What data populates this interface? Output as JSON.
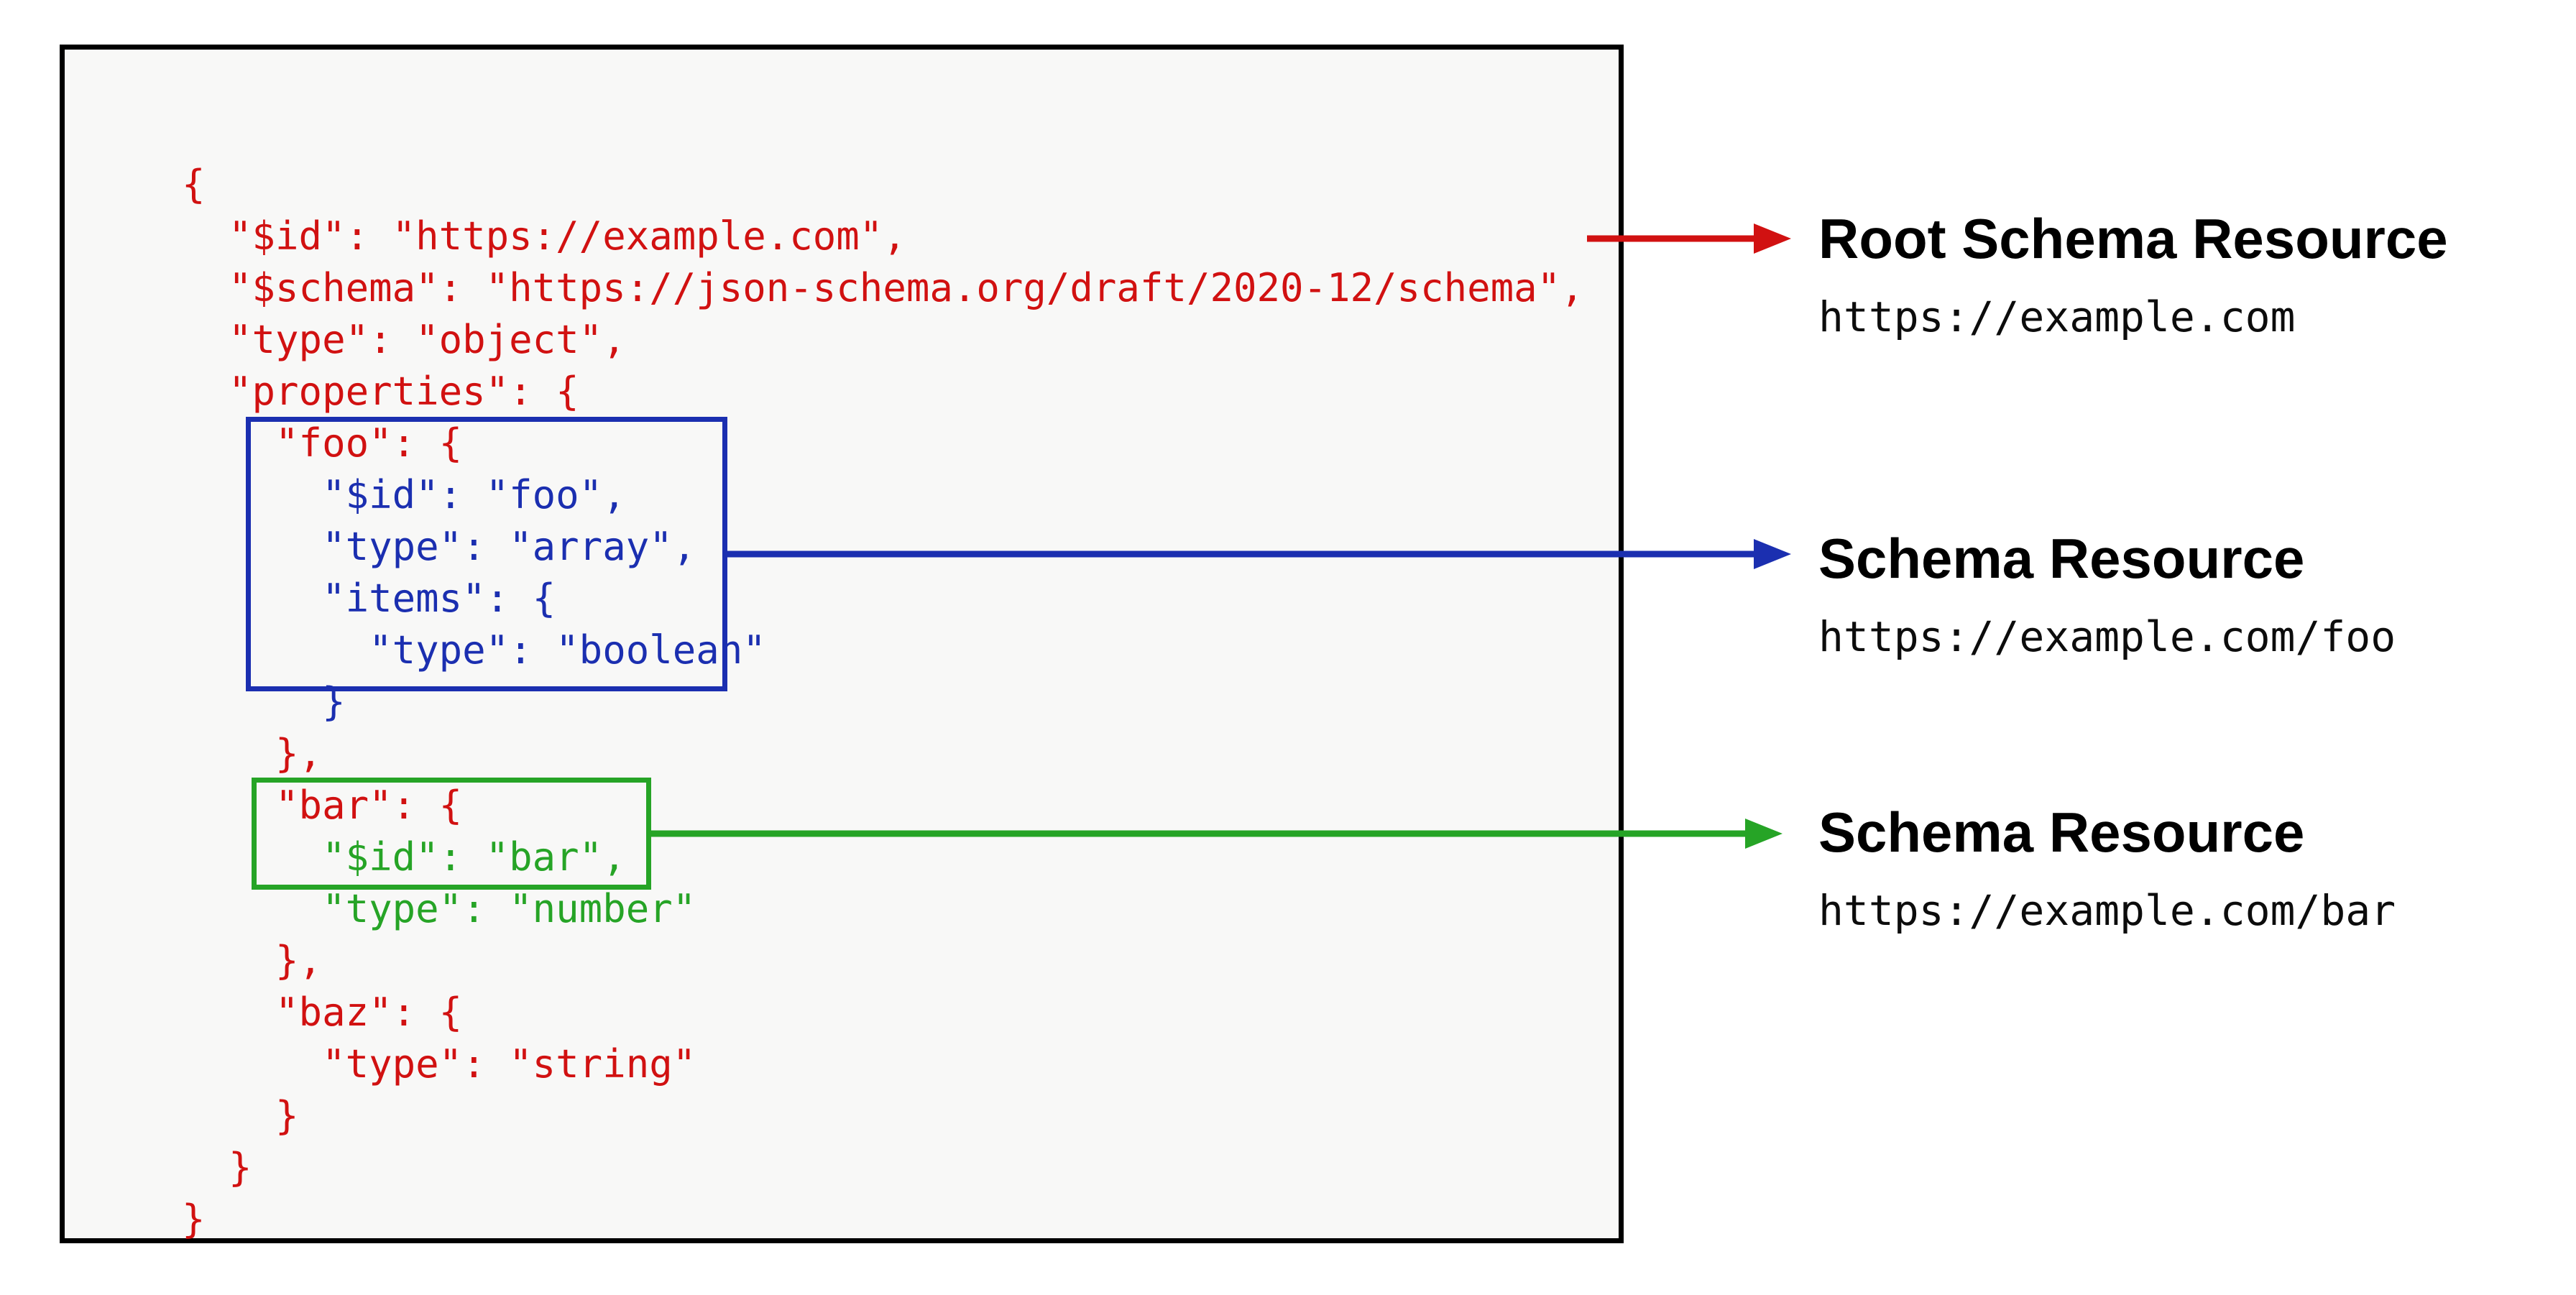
{
  "colors": {
    "red": "#d11111",
    "blue": "#1b2fb0",
    "green": "#26a426",
    "box_border": "#000000",
    "code_box_bg": "#f8f8f7",
    "page_bg": "#ffffff",
    "label_text": "#000000"
  },
  "code": {
    "lines": [
      {
        "text": "{",
        "color": "red"
      },
      {
        "text": "  \"$id\": \"https://example.com\",",
        "color": "red"
      },
      {
        "text": "  \"$schema\": \"https://json-schema.org/draft/2020-12/schema\",",
        "color": "red"
      },
      {
        "text": "  \"type\": \"object\",",
        "color": "red"
      },
      {
        "text": "  \"properties\": {",
        "color": "red"
      },
      {
        "text": "    \"foo\": {",
        "color": "red"
      },
      {
        "text": "      \"$id\": \"foo\",",
        "color": "blue"
      },
      {
        "text": "      \"type\": \"array\",",
        "color": "blue"
      },
      {
        "text": "      \"items\": {",
        "color": "blue"
      },
      {
        "text": "        \"type\": \"boolean\"",
        "color": "blue"
      },
      {
        "text": "      }",
        "color": "blue"
      },
      {
        "text": "    },",
        "color": "red"
      },
      {
        "text": "    \"bar\": {",
        "color": "red"
      },
      {
        "text": "      \"$id\": \"bar\",",
        "color": "green"
      },
      {
        "text": "      \"type\": \"number\"",
        "color": "green"
      },
      {
        "text": "    },",
        "color": "red"
      },
      {
        "text": "    \"baz\": {",
        "color": "red"
      },
      {
        "text": "      \"type\": \"string\"",
        "color": "red"
      },
      {
        "text": "    }",
        "color": "red"
      },
      {
        "text": "  }",
        "color": "red"
      },
      {
        "text": "}",
        "color": "red"
      }
    ]
  },
  "highlight_boxes": [
    {
      "id": "foo-schema-resource",
      "color": "blue"
    },
    {
      "id": "bar-schema-resource",
      "color": "green"
    }
  ],
  "arrows": [
    {
      "id": "root-schema-arrow",
      "color": "red"
    },
    {
      "id": "foo-schema-arrow",
      "color": "blue"
    },
    {
      "id": "bar-schema-arrow",
      "color": "green"
    }
  ],
  "callouts": [
    {
      "title": "Root Schema Resource",
      "url": "https://example.com"
    },
    {
      "title": "Schema Resource",
      "url": "https://example.com/foo"
    },
    {
      "title": "Schema Resource",
      "url": "https://example.com/bar"
    }
  ]
}
